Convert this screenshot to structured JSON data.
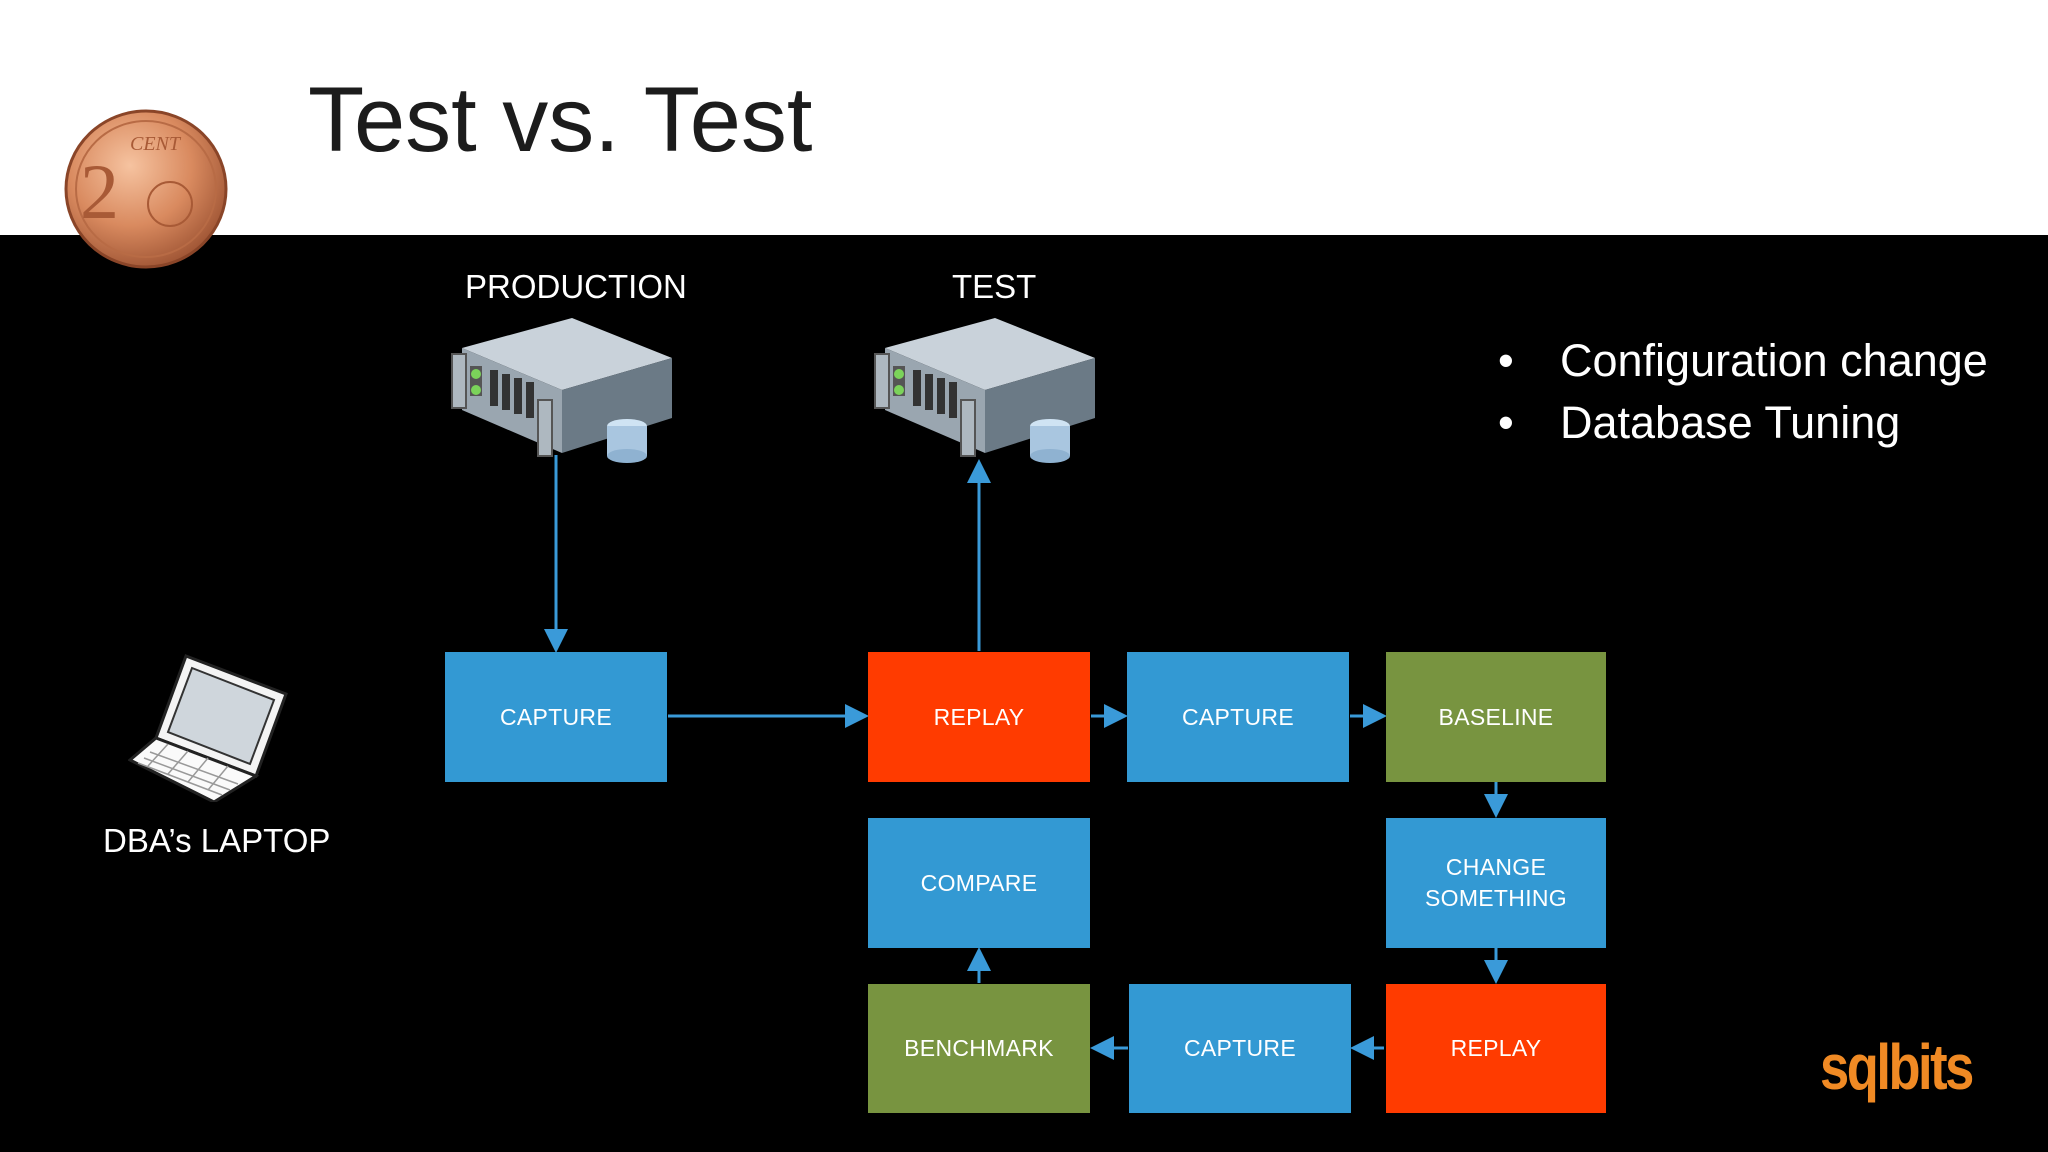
{
  "slide": {
    "title": "Test vs. Test",
    "servers": {
      "production_label": "PRODUCTION",
      "test_label": "TEST"
    },
    "laptop_label": "DBA’s LAPTOP",
    "bullets": [
      "Configuration change",
      "Database Tuning"
    ],
    "logo_text": "sqlbits"
  },
  "steps": {
    "capture_prod": "CAPTURE",
    "replay_1": "REPLAY",
    "capture_1": "CAPTURE",
    "baseline": "BASELINE",
    "change": "CHANGE\nSOMETHING",
    "replay_2": "REPLAY",
    "capture_2": "CAPTURE",
    "benchmark": "BENCHMARK",
    "compare": "COMPARE"
  },
  "colors": {
    "blue": "#3399d3",
    "red": "#ff3b00",
    "green": "#789440",
    "arrow": "#3a9ad9",
    "logo": "#f08a24"
  },
  "icons": {
    "coin": "two-euro-cent-coin-icon",
    "server": "server-icon",
    "laptop": "laptop-icon"
  }
}
